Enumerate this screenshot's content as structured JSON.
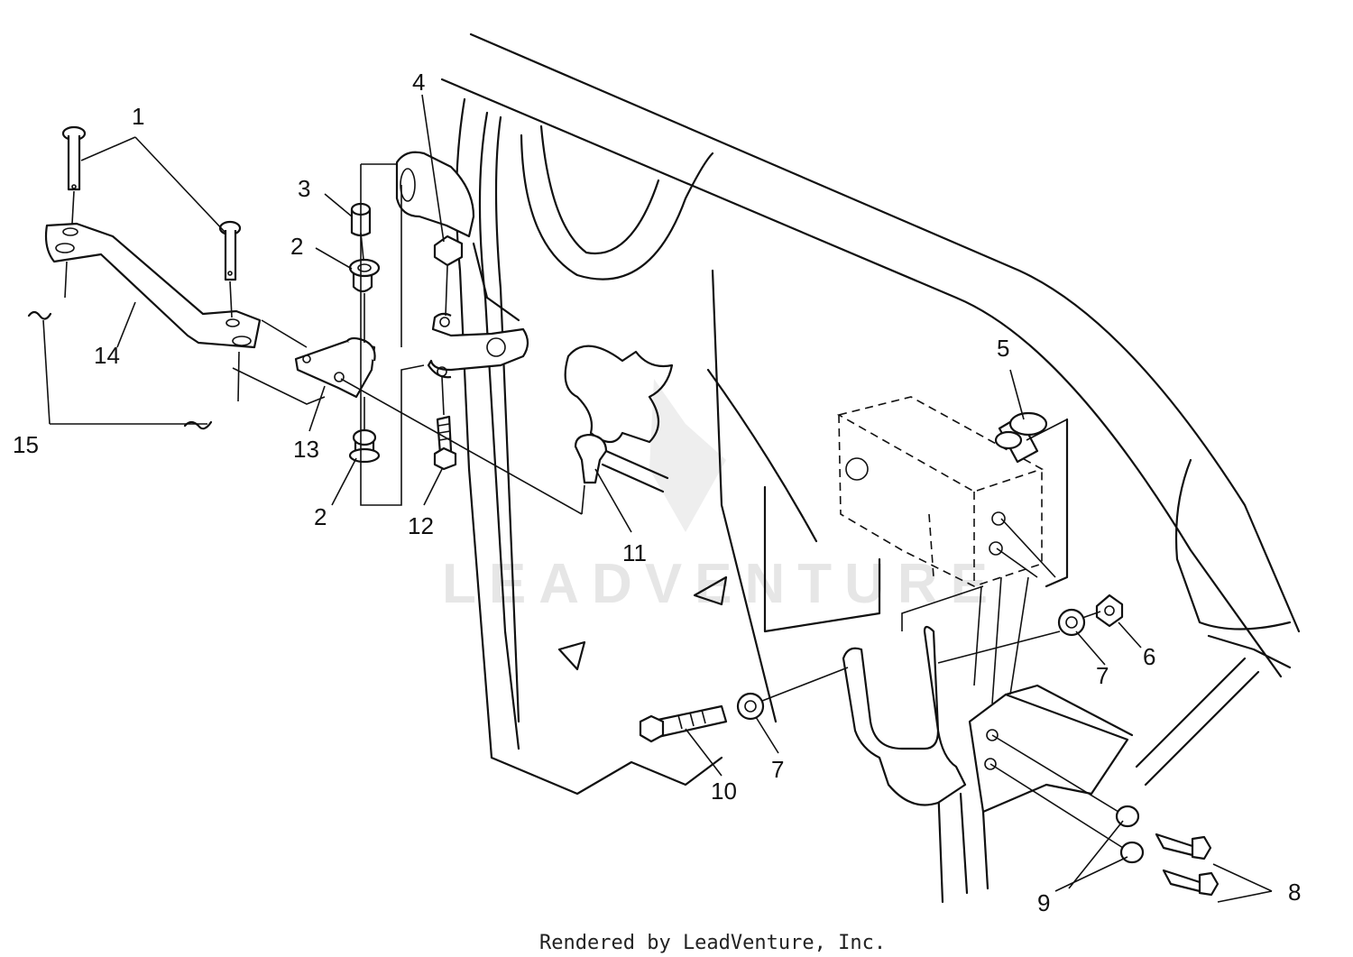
{
  "callouts": [
    {
      "id": "1",
      "text": "1"
    },
    {
      "id": "2a",
      "text": "2"
    },
    {
      "id": "2b",
      "text": "2"
    },
    {
      "id": "3",
      "text": "3"
    },
    {
      "id": "4",
      "text": "4"
    },
    {
      "id": "5",
      "text": "5"
    },
    {
      "id": "6",
      "text": "6"
    },
    {
      "id": "7a",
      "text": "7"
    },
    {
      "id": "7b",
      "text": "7"
    },
    {
      "id": "8",
      "text": "8"
    },
    {
      "id": "9",
      "text": "9"
    },
    {
      "id": "10",
      "text": "10"
    },
    {
      "id": "11",
      "text": "11"
    },
    {
      "id": "12",
      "text": "12"
    },
    {
      "id": "13",
      "text": "13"
    },
    {
      "id": "14",
      "text": "14"
    },
    {
      "id": "15",
      "text": "15"
    }
  ],
  "watermark": "LEADVENTURE",
  "footer": "Rendered by LeadVenture, Inc."
}
